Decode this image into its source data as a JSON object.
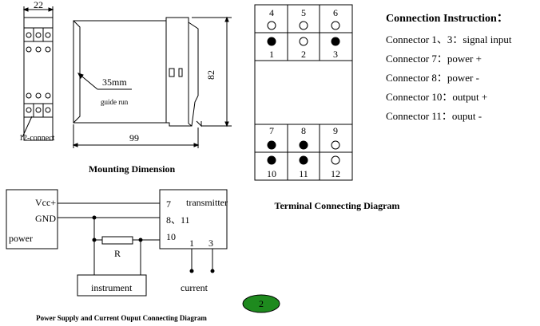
{
  "mounting": {
    "caption": "Mounting Dimension",
    "dim_width": "22",
    "dim_depth": "99",
    "dim_height": "82",
    "rail_label": "35mm",
    "rail_sub": "guide run",
    "connect_label": "12-connect"
  },
  "terminal": {
    "caption": "Terminal Connecting Diagram",
    "top_numbers": [
      "4",
      "5",
      "6"
    ],
    "top_bottom_numbers": [
      "1",
      "2",
      "3"
    ],
    "bottom_numbers": [
      "7",
      "8",
      "9"
    ],
    "bottom_bottom_numbers": [
      "10",
      "11",
      "12"
    ],
    "filled": {
      "1": true,
      "2": false,
      "3": true,
      "4": false,
      "5": false,
      "6": false,
      "7": true,
      "8": true,
      "9": false,
      "10": true,
      "11": true,
      "12": false
    }
  },
  "instructions": {
    "title": "Connection Instruction：",
    "lines": [
      "Connector 1、3：signal input",
      "Connector 7：power +",
      "Connector 8：power -",
      "Connector 10：output +",
      "Connector 11：ouput -"
    ]
  },
  "wiring": {
    "caption": "Power Supply and Current Ouput Connecting Diagram",
    "vcc": "Vcc+",
    "gnd": "GND",
    "power": "power",
    "transmitter": "transmitter",
    "pin7": "7",
    "pin8_11": "8、11",
    "pin10": "10",
    "pin1": "1",
    "pin3": "3",
    "resistor": "R",
    "instrument": "instrument",
    "current": "current"
  },
  "page_badge": "2",
  "colors": {
    "badge_fill": "#1e8a1e",
    "line": "#000000"
  }
}
